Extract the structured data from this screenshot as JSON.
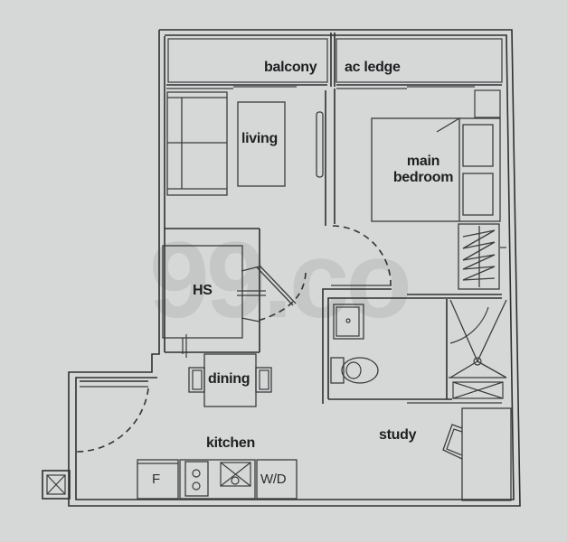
{
  "floorplan": {
    "watermark": "99.co",
    "rooms": {
      "balcony": "balcony",
      "ac_ledge": "ac ledge",
      "living": "living",
      "main_bedroom_line1": "main",
      "main_bedroom_line2": "bedroom",
      "hs": "HS",
      "dining": "dining",
      "kitchen": "kitchen",
      "study": "study"
    },
    "appliances": {
      "fridge": "F",
      "washer_dryer": "W/D"
    },
    "colors": {
      "background": "#d6d8d7",
      "lines": "#2e2f31",
      "watermark": "#b8b9b9"
    }
  }
}
